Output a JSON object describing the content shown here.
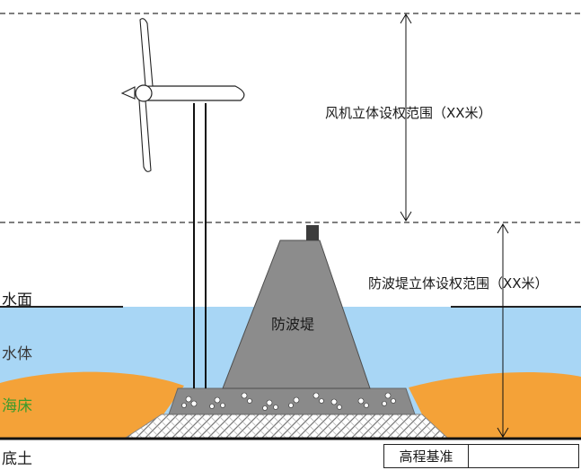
{
  "labels": {
    "water_surface": "水面",
    "water_body": "水体",
    "seabed": "海床",
    "subsoil": "底土",
    "breakwater": "防波堤",
    "turbine_range": "风机立体设权范围（XX米）",
    "breakwater_range": "防波堤立体设权范围（XX米）",
    "elevation_datum": "高程基准",
    "elevation_value": ""
  },
  "colors": {
    "water": "#a8d6f5",
    "seabed": "#f4a238",
    "seabed_label": "#3c9b2c",
    "breakwater": "#8c8c8c",
    "dashed_line": "#333333"
  }
}
